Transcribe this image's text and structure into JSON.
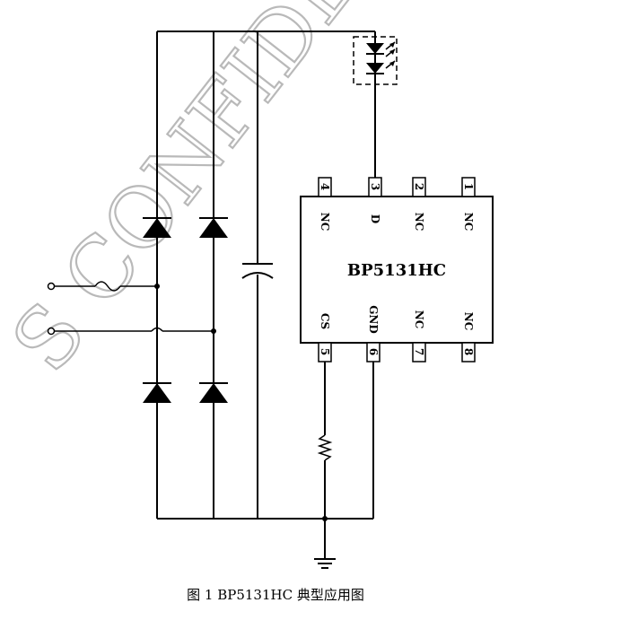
{
  "watermark": "S CONFIDENTIAL",
  "chip": {
    "name": "BP5131HC",
    "pins": [
      {
        "num": "4",
        "label": "NC"
      },
      {
        "num": "3",
        "label": "D"
      },
      {
        "num": "2",
        "label": "NC"
      },
      {
        "num": "1",
        "label": "NC"
      },
      {
        "num": "5",
        "label": "CS"
      },
      {
        "num": "6",
        "label": "GND"
      },
      {
        "num": "7",
        "label": "NC"
      },
      {
        "num": "8",
        "label": "NC"
      }
    ]
  },
  "caption": "图 1  BP5131HC 典型应用图"
}
